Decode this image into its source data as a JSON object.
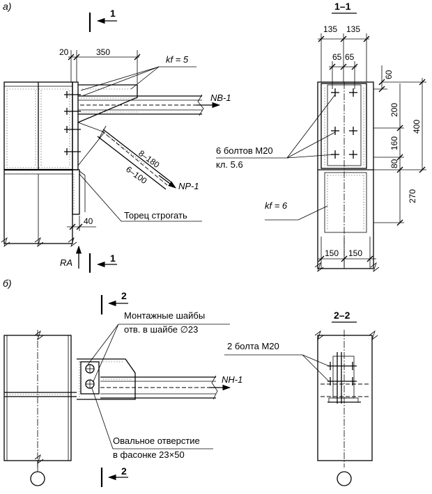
{
  "part_a": {
    "label": "а)",
    "section_mark": "1",
    "section_title": "1–1",
    "dims_top": [
      "20",
      "350"
    ],
    "dim_40": "40",
    "weld_kf5": "kf = 5",
    "weld_kf6": "kf = 6",
    "force_nb": "NВ-1",
    "force_np": "NР-1",
    "force_ra": "RA",
    "weld_diag_1": "8–180",
    "weld_diag_2": "6–100",
    "note_tores": "Торец строгать",
    "bolts_label_1": "6 болтов М20",
    "bolts_label_2": "кл. 5.6",
    "dims_section_top": [
      "135",
      "135"
    ],
    "dims_section_inner": [
      "65",
      "65"
    ],
    "dims_right": [
      "60",
      "200",
      "160",
      "80",
      "400",
      "270"
    ],
    "dims_bottom": [
      "150",
      "150"
    ]
  },
  "part_b": {
    "label": "б)",
    "section_mark": "2",
    "section_title": "2–2",
    "note_washers_1": "Монтажные шайбы",
    "note_washers_2": "отв. в шайбе ∅23",
    "note_oval_1": "Овальное отверстие",
    "note_oval_2": "в фасонке 23×50",
    "bolts_label": "2 болта М20",
    "force_nh": "NН-1"
  }
}
